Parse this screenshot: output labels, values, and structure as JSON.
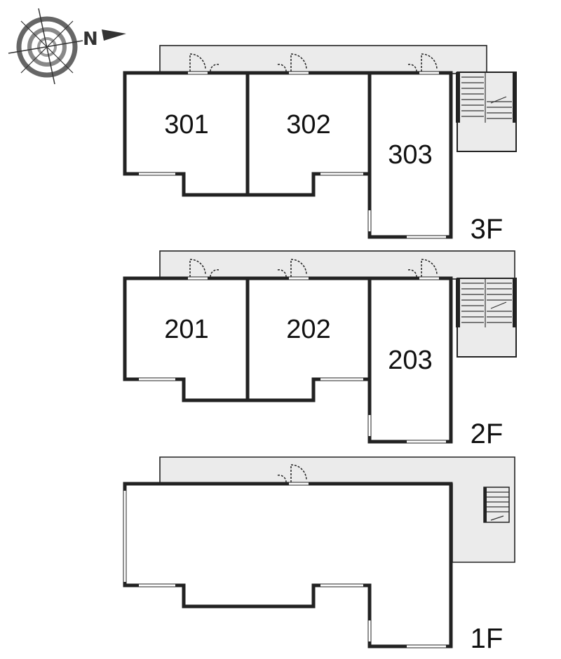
{
  "compass": {
    "north_label": "N"
  },
  "floors": [
    {
      "label": "3F",
      "rooms": [
        "301",
        "302",
        "303"
      ]
    },
    {
      "label": "2F",
      "rooms": [
        "201",
        "202",
        "203"
      ]
    },
    {
      "label": "1F",
      "rooms": []
    }
  ]
}
